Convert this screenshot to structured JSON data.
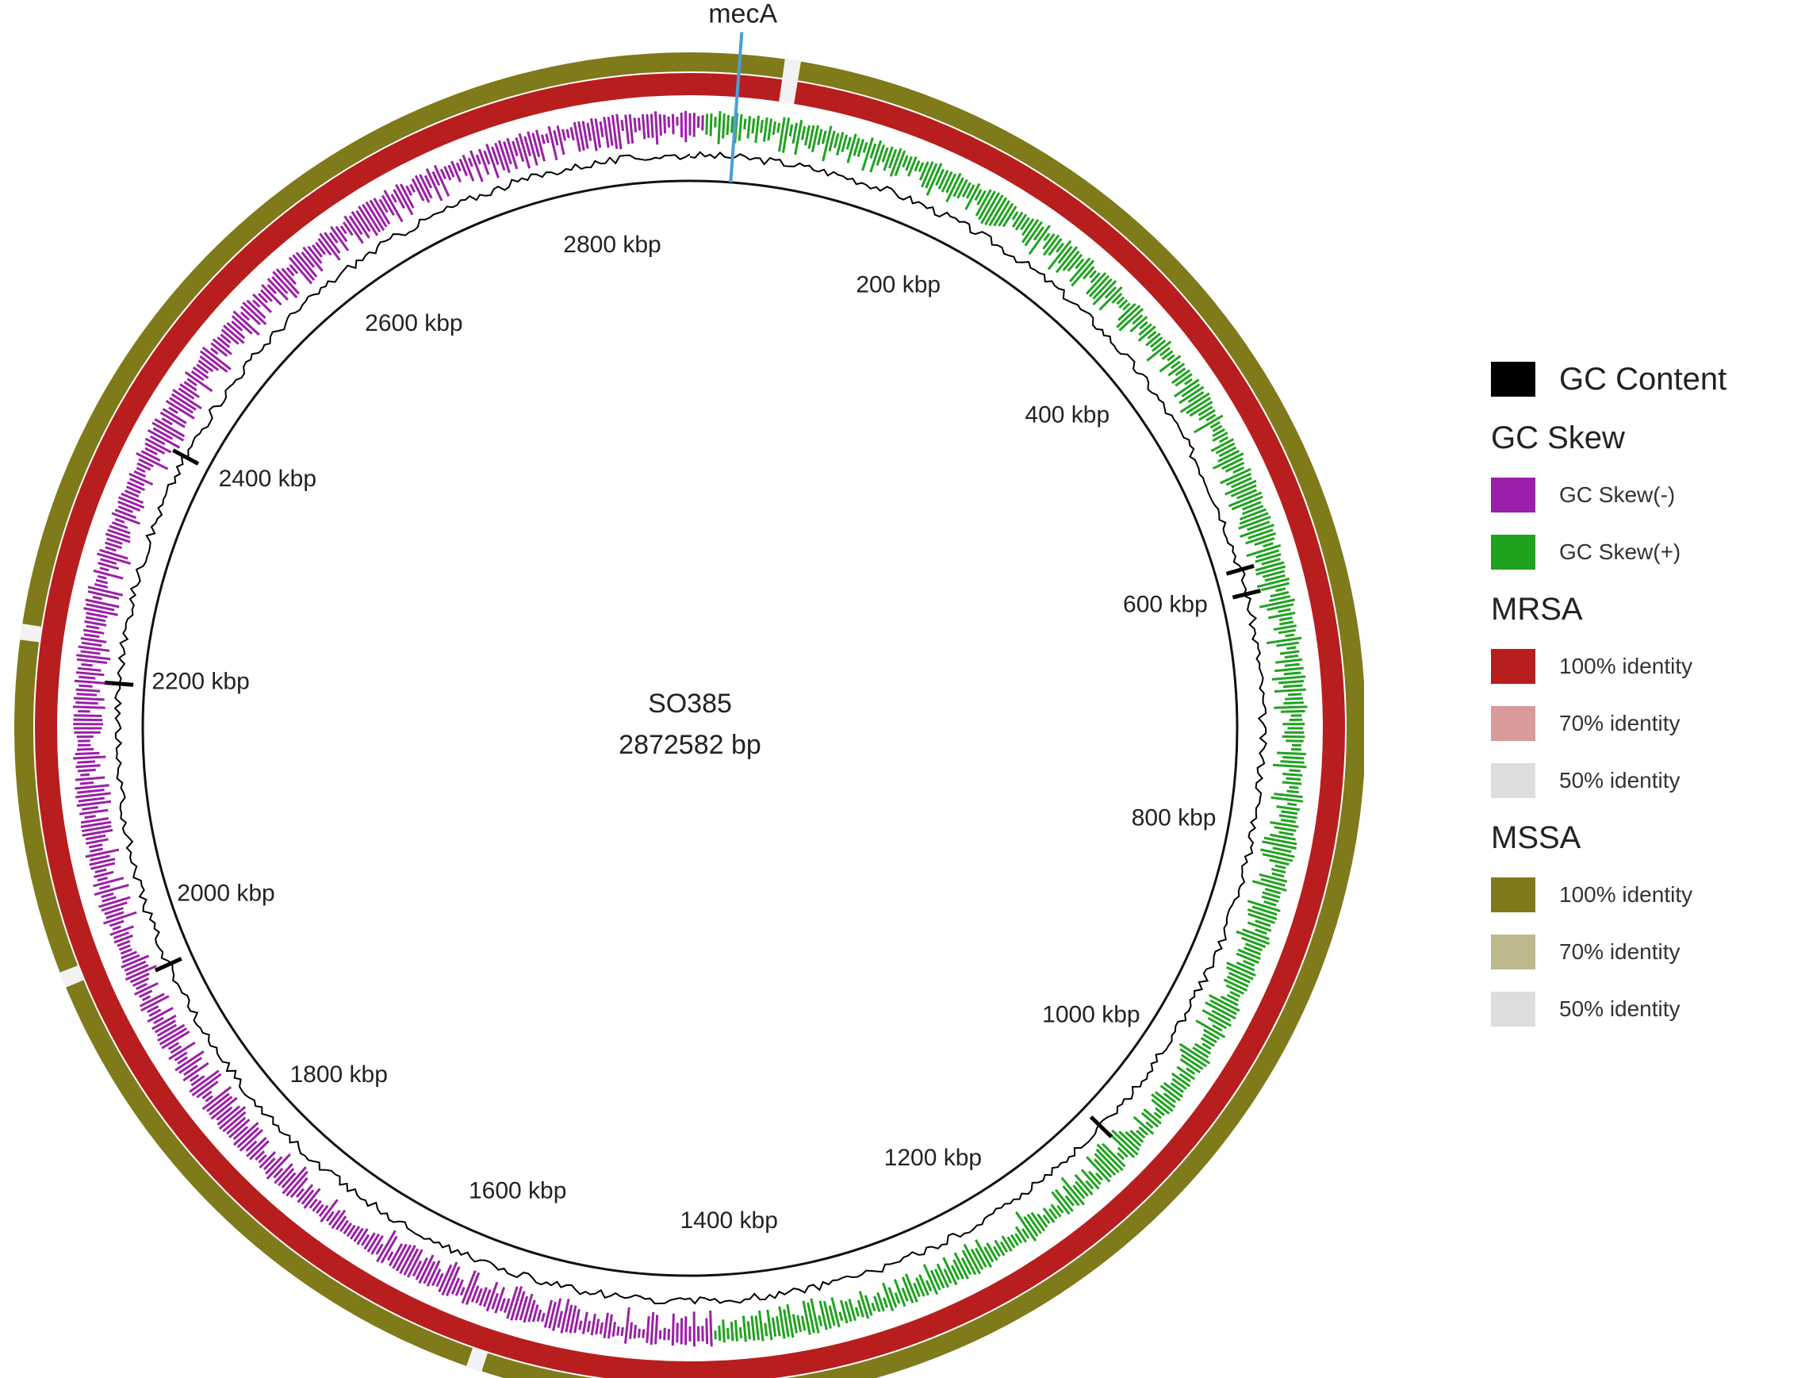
{
  "genome": {
    "name": "SO385",
    "length_label": "2872582 bp",
    "length_bp": 2872582,
    "tick_labels": [
      "200 kbp",
      "400 kbp",
      "600 kbp",
      "800 kbp",
      "1000 kbp",
      "1200 kbp",
      "1400 kbp",
      "1600 kbp",
      "1800 kbp",
      "2000 kbp",
      "2200 kbp",
      "2400 kbp",
      "2600 kbp",
      "2800 kbp"
    ],
    "tick_positions_kbp": [
      200,
      400,
      600,
      800,
      1000,
      1200,
      1400,
      1600,
      1800,
      2000,
      2200,
      2400,
      2600,
      2800
    ]
  },
  "marker": {
    "label": "mecA",
    "position_kbp": 34,
    "color": "#4a9fd6"
  },
  "gc_skew": {
    "negative_color": "#9b1fa8",
    "positive_color": "#1fa31f",
    "positive_start_kbp": 12,
    "negative_start_kbp": 1418
  },
  "rings": {
    "mrsa_color": "#b81e1e",
    "mssa_color": "#7f7a1a",
    "gc_content_color": "#000000",
    "mrsa_gaps_kbp": [
      70
    ],
    "mssa_gaps_kbp": [
      70,
      1980,
      2220,
      1585
    ]
  },
  "legend": {
    "gc_content": {
      "label": "GC Content",
      "color": "#000000"
    },
    "gc_skew": {
      "title": "GC Skew",
      "items": [
        {
          "label": "GC Skew(-)",
          "color": "#9b1fa8"
        },
        {
          "label": "GC Skew(+)",
          "color": "#1fa31f"
        }
      ]
    },
    "mrsa": {
      "title": "MRSA",
      "items": [
        {
          "label": "100% identity",
          "color": "#b81e1e"
        },
        {
          "label": "70% identity",
          "color": "#d99a9a"
        },
        {
          "label": "50% identity",
          "color": "#dddddd"
        }
      ]
    },
    "mssa": {
      "title": "MSSA",
      "items": [
        {
          "label": "100% identity",
          "color": "#7f7a1a"
        },
        {
          "label": "70% identity",
          "color": "#bdb98d"
        },
        {
          "label": "50% identity",
          "color": "#dddddd"
        }
      ]
    }
  }
}
